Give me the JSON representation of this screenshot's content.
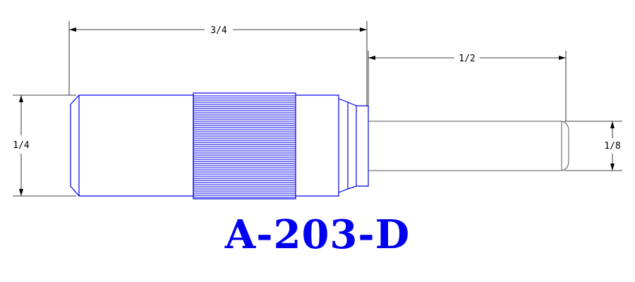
{
  "part_number": "A-203-D",
  "colors": {
    "part_outline": "#0000ee",
    "pin_outline": "#555555",
    "dimension": "#000000",
    "title": "#0000ee"
  },
  "dimensions": {
    "overall_body_length": "3/4",
    "pin_length": "1/2",
    "body_diameter": "1/4",
    "pin_diameter": "1/8"
  }
}
